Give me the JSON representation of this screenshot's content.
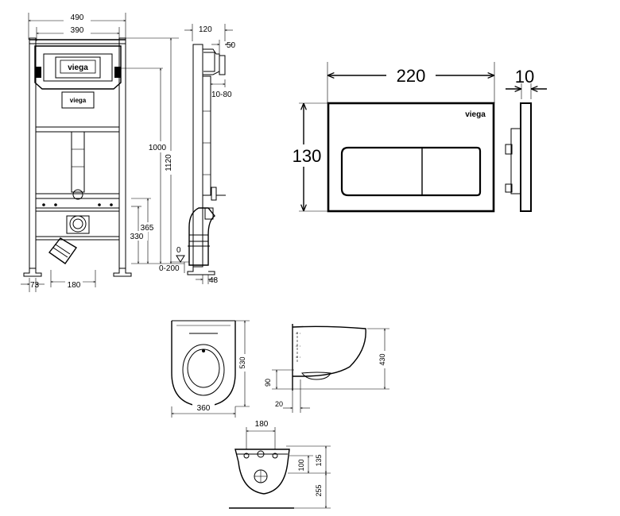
{
  "brand": {
    "logo_text": "viega"
  },
  "frame_front": {
    "width_outer": "490",
    "width_inner": "390",
    "height_1000": "1000",
    "height_1120": "1120",
    "height_365": "365",
    "height_330": "330",
    "offset_73": "73",
    "offset_180": "180"
  },
  "frame_side": {
    "depth_120": "120",
    "depth_50": "50",
    "range_10_80": "10-80",
    "level_0": "0",
    "range_0_200": "0-200",
    "depth_48": "48"
  },
  "flush_plate": {
    "width": "220",
    "thickness": "10",
    "height": "130",
    "logo_text": "viega"
  },
  "toilet_top": {
    "length": "530",
    "width": "360"
  },
  "toilet_side": {
    "height": "430",
    "outlet_90": "90",
    "offset_20": "20"
  },
  "toilet_rear": {
    "spacing": "180",
    "h_135": "135",
    "h_100": "100",
    "h_255": "255"
  }
}
